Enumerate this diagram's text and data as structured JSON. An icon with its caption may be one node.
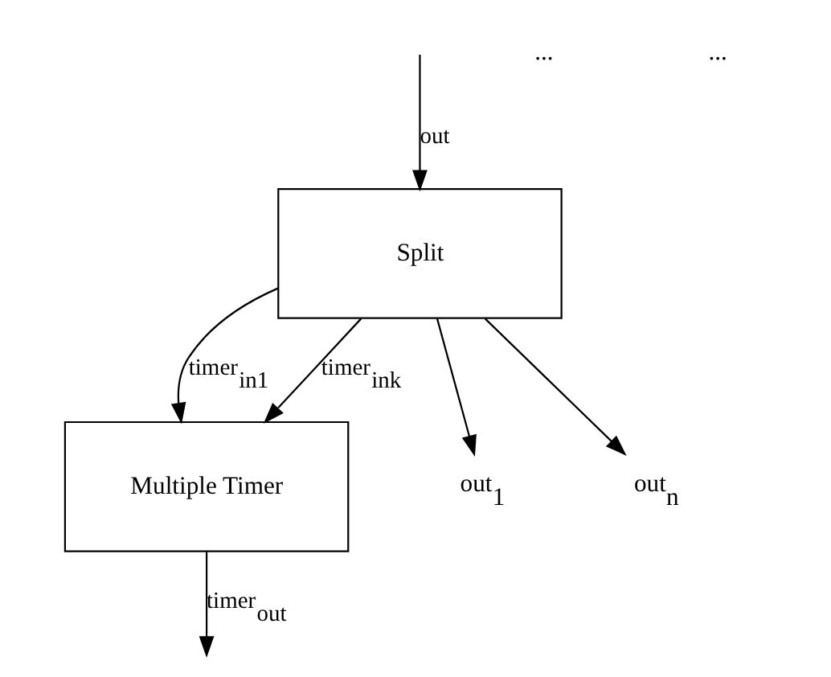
{
  "diagram": {
    "nodes": [
      {
        "text": [
          "Split"
        ]
      },
      {
        "text": [
          "Multiple Timer"
        ]
      },
      {
        "text": [
          "out$_{1}$"
        ]
      },
      {
        "text": [
          "out$_{n}$"
        ]
      }
    ],
    "edges": [
      {
        "from": null,
        "to": 0,
        "arrow": "to",
        "label": "out"
      },
      {
        "from": 0,
        "to": 2,
        "arrow": "to"
      },
      {
        "from": 0,
        "to": 3,
        "arrow": "to"
      },
      {
        "from": 0,
        "to": 1,
        "arrow": "to",
        "label": "timer$_{in1}$"
      },
      {
        "from": 0,
        "to": 1,
        "arrow": "to",
        "label": "timer$_{ink}$"
      },
      {
        "from": 1,
        "to": null,
        "arrow": "to",
        "label": "timer$_{out}$"
      }
    ],
    "labels": [
      "...",
      "..."
    ]
  }
}
